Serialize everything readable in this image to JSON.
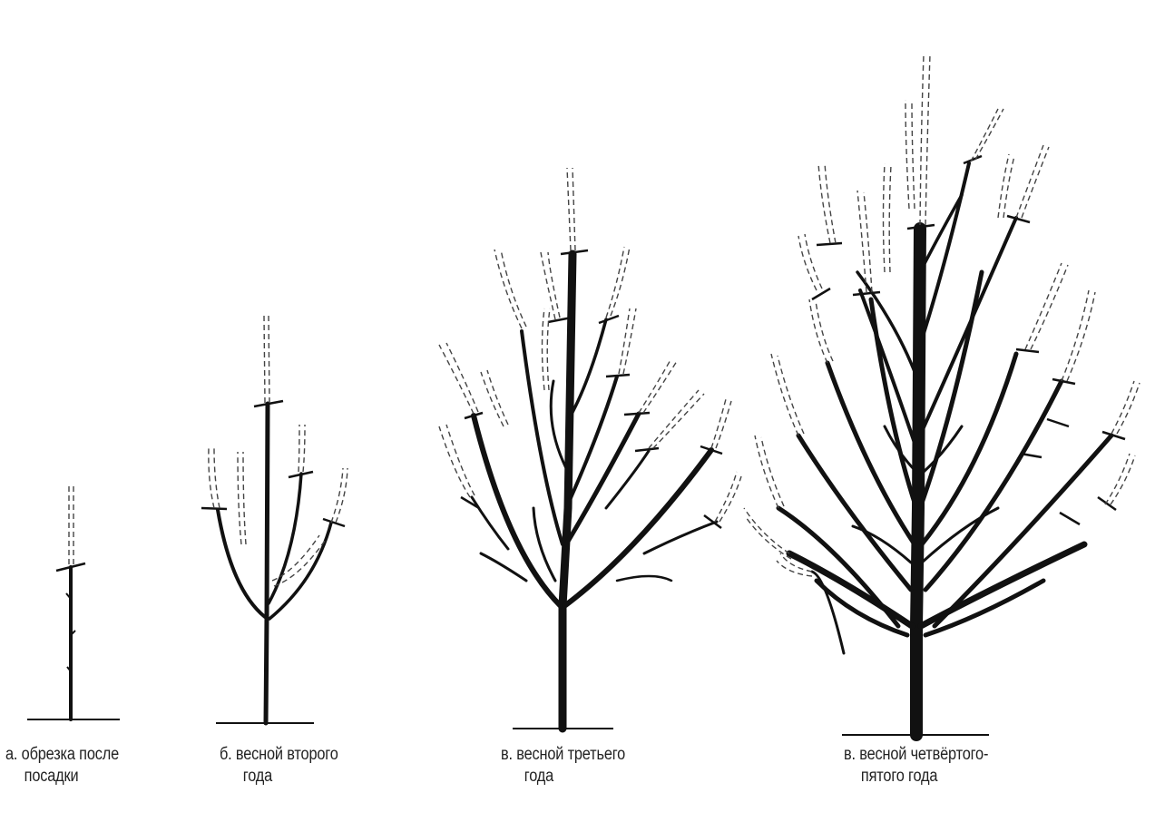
{
  "stages": [
    {
      "id": "a",
      "caption_line1": "а. обрезка после",
      "caption_line2": "посадки"
    },
    {
      "id": "b",
      "caption_line1": "б.  весной второго",
      "caption_line2": "года"
    },
    {
      "id": "c",
      "caption_line1": "в.  весной третьего",
      "caption_line2": "года"
    },
    {
      "id": "d",
      "caption_line1": "в.  весной четвёртого-",
      "caption_line2": "пятого  года"
    }
  ],
  "colors": {
    "wood": "#111111",
    "pruned": "#444444",
    "background": "#ffffff"
  }
}
